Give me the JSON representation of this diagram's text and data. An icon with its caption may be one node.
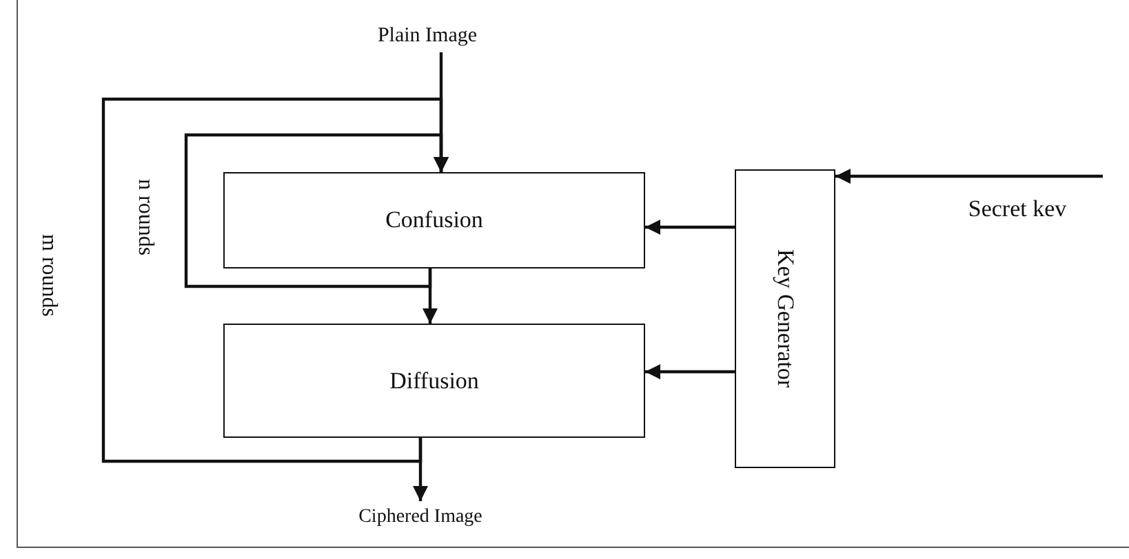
{
  "diagram": {
    "nodes": [
      {
        "text": [
          "Plain Image"
        ]
      },
      {
        "text": [
          "Confusion"
        ]
      },
      {
        "text": [
          "Diffusion"
        ]
      },
      {
        "text": [
          "Key Generator"
        ]
      },
      {
        "text": [
          "Secret kev"
        ]
      },
      {
        "text": [
          "Ciphered Image"
        ]
      }
    ],
    "edges": [
      {
        "from": 0,
        "to": 1,
        "arrow": "to"
      },
      {
        "from": 1,
        "to": 2,
        "arrow": "to"
      },
      {
        "from": 1,
        "to": 1,
        "arrow": "to",
        "label": "n rounds"
      },
      {
        "from": 2,
        "to": 1,
        "arrow": "to",
        "label": "m rounds"
      },
      {
        "from": 3,
        "to": 1,
        "arrow": "to"
      },
      {
        "from": 3,
        "to": 2,
        "arrow": "to"
      },
      {
        "from": 4,
        "to": 3,
        "arrow": "to"
      },
      {
        "from": 2,
        "to": 5,
        "arrow": "to"
      }
    ]
  }
}
